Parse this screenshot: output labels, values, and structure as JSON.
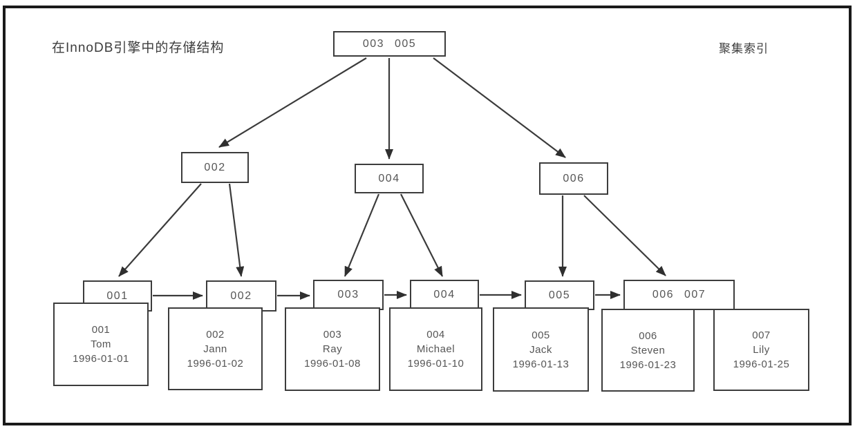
{
  "title": "在InnoDB引擎中的存储结构",
  "corner_label": "聚集索引",
  "tree": {
    "root": {
      "label": "003 005"
    },
    "internal_nodes": [
      {
        "label": "002"
      },
      {
        "label": "004"
      },
      {
        "label": "006"
      }
    ],
    "leaf_pages": [
      {
        "key": "001"
      },
      {
        "key": "002"
      },
      {
        "key": "003"
      },
      {
        "key": "004"
      },
      {
        "key": "005"
      },
      {
        "key": "006 007"
      }
    ],
    "edges": [
      {
        "from": "003 005",
        "to": "002",
        "type": "parent-child"
      },
      {
        "from": "003 005",
        "to": "004",
        "type": "parent-child"
      },
      {
        "from": "003 005",
        "to": "006",
        "type": "parent-child"
      },
      {
        "from": "002",
        "to": "001",
        "type": "parent-child"
      },
      {
        "from": "002",
        "to": "002",
        "type": "parent-child"
      },
      {
        "from": "004",
        "to": "003",
        "type": "parent-child"
      },
      {
        "from": "004",
        "to": "004",
        "type": "parent-child"
      },
      {
        "from": "006",
        "to": "005",
        "type": "parent-child"
      },
      {
        "from": "006",
        "to": "006 007",
        "type": "parent-child"
      },
      {
        "from": "001",
        "to": "002",
        "type": "leaf-link"
      },
      {
        "from": "002",
        "to": "003",
        "type": "leaf-link"
      },
      {
        "from": "003",
        "to": "004",
        "type": "leaf-link"
      },
      {
        "from": "004",
        "to": "005",
        "type": "leaf-link"
      },
      {
        "from": "005",
        "to": "006 007",
        "type": "leaf-link"
      }
    ]
  },
  "records": [
    {
      "id": "001",
      "name": "Tom",
      "date": "1996-01-01"
    },
    {
      "id": "002",
      "name": "Jann",
      "date": "1996-01-02"
    },
    {
      "id": "003",
      "name": "Ray",
      "date": "1996-01-08"
    },
    {
      "id": "004",
      "name": "Michael",
      "date": "1996-01-10"
    },
    {
      "id": "005",
      "name": "Jack",
      "date": "1996-01-13"
    },
    {
      "id": "006",
      "name": "Steven",
      "date": "1996-01-23"
    },
    {
      "id": "007",
      "name": "Lily",
      "date": "1996-01-25"
    }
  ],
  "colors": {
    "background": "#ffffff",
    "frame_border": "#1a1a1a",
    "box_border": "#3c3c3c",
    "line": "#3b3b3b",
    "text": "#555555"
  }
}
